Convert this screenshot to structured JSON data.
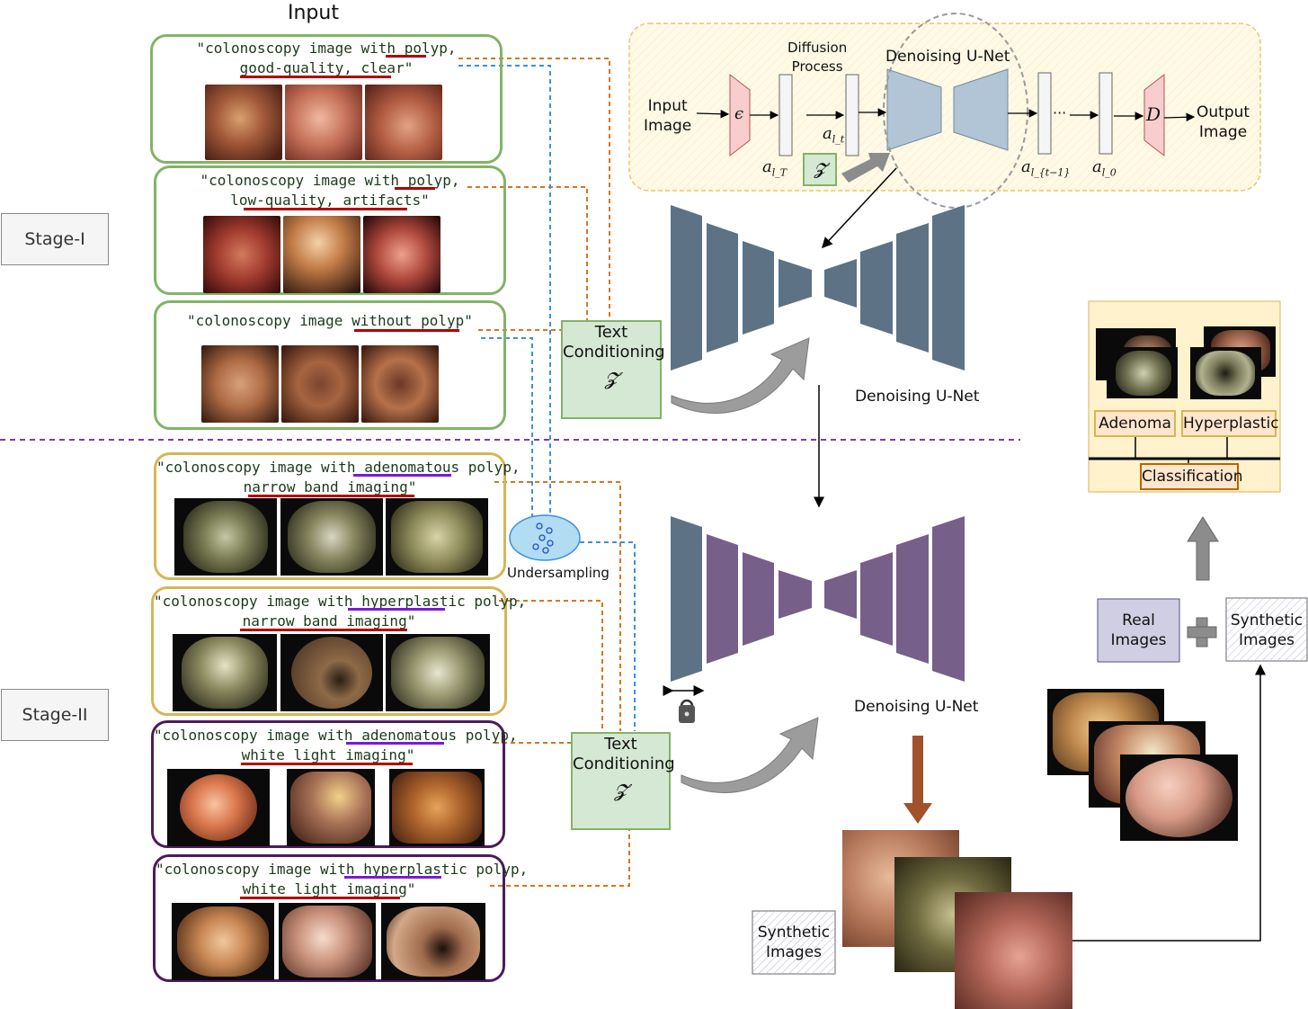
{
  "input_title": "Input",
  "stage1_label": "Stage-I",
  "stage2_label": "Stage-II",
  "stage1_prompts": [
    {
      "line1": "\"colonoscopy image with polyp,",
      "line2": "good-quality, clear\""
    },
    {
      "line1": "\"colonoscopy image with polyp,",
      "line2": "low-quality, artifacts\""
    },
    {
      "line1": "\"colonoscopy image without polyp\"",
      "line2": ""
    }
  ],
  "stage2_prompts": [
    {
      "line1": "\"colonoscopy image with adenomatous polyp,",
      "line2": "narrow band imaging\""
    },
    {
      "line1": "\"colonoscopy image with hyperplastic polyp,",
      "line2": "narrow band imaging\""
    },
    {
      "line1": "\"colonoscopy image with adenomatous polyp,",
      "line2": "white light imaging\""
    },
    {
      "line1": "\"colonoscopy image with hyperplastic polyp,",
      "line2": "white light imaging\""
    }
  ],
  "text_conditioning": {
    "line1": "Text",
    "line2": "Conditioning",
    "symbol": "𝓩"
  },
  "undersampling": "Undersampling",
  "diffusion": {
    "input_image_line1": "Input",
    "input_image_line2": "Image",
    "epsilon": "ϵ",
    "diffusion_process_line1": "Diffusion",
    "diffusion_process_line2": "Process",
    "unet_title": "Denoising U-Net",
    "a_lT": "a",
    "a_lT_sub": "l_T",
    "a_lt": "a",
    "a_lt_sub": "l_t",
    "a_lt1": "a",
    "a_lt1_sub": "l_{t−1}",
    "a_l0": "a",
    "a_l0_sub": "l_0",
    "z_symbol": "𝓩",
    "dots": "···",
    "decoder": "D",
    "output_image_line1": "Output",
    "output_image_line2": "Image"
  },
  "unet_label_1": "Denoising U-Net",
  "unet_label_2": "Denoising U-Net",
  "synthetic_images_line1": "Synthetic",
  "synthetic_images_line2": "Images",
  "real_images_line1": "Real",
  "real_images_line2": "Images",
  "synthetic_box_line1": "Synthetic",
  "synthetic_box_line2": "Images",
  "plus": "+",
  "classification": {
    "adenoma": "Adenoma",
    "hyperplastic": "Hyperplastic",
    "classification": "Classification"
  },
  "colors": {
    "stage1_border": "#82b366",
    "nbi_border": "#d6b656",
    "wli_border": "#4c1a5e",
    "unet_blue": "#5d7285",
    "unet_purple": "#76608a",
    "cond_fill": "#d5e8d4",
    "underline_red": "#b20000",
    "underline_purple": "#7a1bd6",
    "dash_orange": "#d7751f",
    "dash_blue": "#3d8fe0",
    "separator_purple": "#7e3f96"
  }
}
